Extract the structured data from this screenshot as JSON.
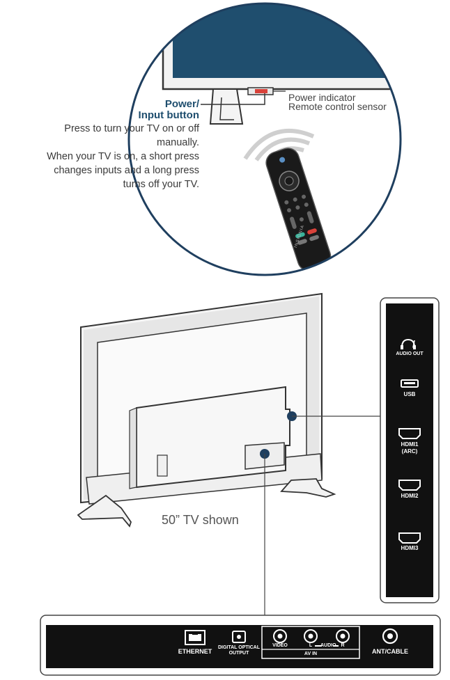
{
  "callout": {
    "title_line1": "Power/",
    "title_line2": "Input button",
    "desc_line1": "Press to turn your TV on or off",
    "desc_line2": "manually.",
    "desc_line3": "When your TV is on, a short press",
    "desc_line4": "changes inputs and a long press",
    "desc_line5": "turns off your TV."
  },
  "indicator": {
    "line1": "Power indicator",
    "line2": "Remote control sensor"
  },
  "remote_brand": "INSIGNIA",
  "caption": "50”  TV shown",
  "side_panel": {
    "audio_symbol": "/",
    "audio_out": "AUDIO OUT",
    "usb": "USB",
    "hdmi1_line1": "HDMI1",
    "hdmi1_line2": "(ARC)",
    "hdmi2": "HDMI2",
    "hdmi3": "HDMI3"
  },
  "bottom_panel": {
    "ethernet": "ETHERNET",
    "optical_line1": "DIGITAL OPTICAL",
    "optical_line2": "OUTPUT",
    "video": "VIDEO",
    "audio_l": "L",
    "audio_label": "AUDIO",
    "audio_r": "R",
    "av_in": "AV IN",
    "ant_cable": "ANT/CABLE"
  },
  "colors": {
    "screen_blue": "#1f4e6e",
    "circle_outline": "#1f3f5f",
    "panel_black": "#111111",
    "power_red": "#d9423a"
  }
}
